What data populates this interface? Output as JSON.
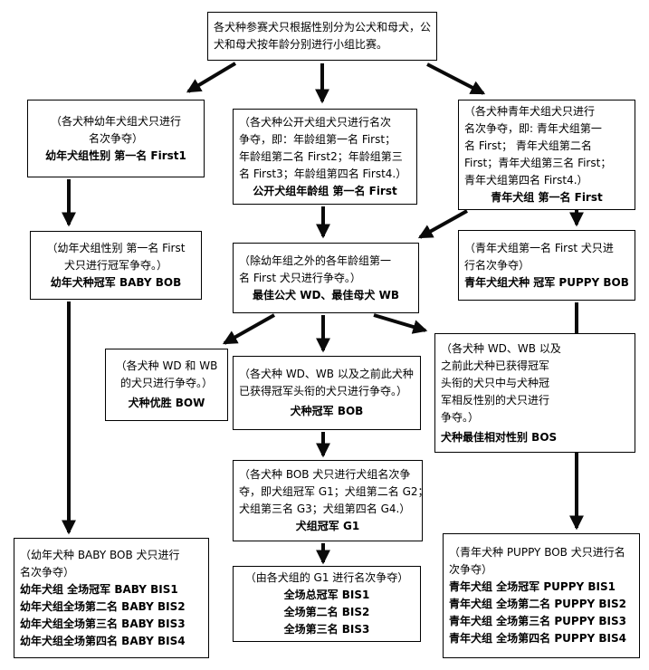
{
  "boxes": {
    "intro": {
      "body": [
        "各犬种参赛犬只根据性别分为公犬和母犬，公",
        "犬和母犬按年龄分别进行小组比赛。"
      ],
      "title": []
    },
    "baby_first": {
      "body": [
        "（各犬种幼年犬组犬只进行",
        "名次争夺）"
      ],
      "title": [
        "幼年犬组性别 第一名 First1"
      ]
    },
    "open_first": {
      "body": [
        "（各犬种公开犬组犬只进行名次",
        "争夺，即：年龄组第一名 First；",
        "年龄组第二名 First2；年龄组第三",
        "名 First3；年龄组第四名 First4.）"
      ],
      "title": [
        "公开犬组年龄组 第一名 First"
      ]
    },
    "puppy_first": {
      "body": [
        "（各犬种青年犬组犬只进行",
        "名次争夺，即: 青年犬组第一",
        "名 First； 青年犬组第二名",
        "First；青年犬组第三名 First；",
        "青年犬组第四名 First4.）"
      ],
      "title": [
        "青年犬组 第一名 First"
      ]
    },
    "baby_bob": {
      "body": [
        "（幼年犬组性别 第一名 First",
        "犬只进行冠军争夺。）"
      ],
      "title": [
        "幼年犬种冠军 BABY BOB"
      ]
    },
    "wd_wb": {
      "body": [
        "（除幼年组之外的各年龄组第一",
        "名 First 犬只进行争夺。）"
      ],
      "title": [
        "最佳公犬 WD、最佳母犬 WB"
      ]
    },
    "puppy_bob": {
      "body": [
        "（青年犬组第一名 First 犬只进",
        "行名次争夺）"
      ],
      "title": [
        "青年犬组犬种 冠军 PUPPY BOB"
      ]
    },
    "bow": {
      "body": [
        "（各犬种 WD 和 WB",
        "的犬只进行争夺。）"
      ],
      "title": [
        "犬种优胜 BOW"
      ]
    },
    "bob": {
      "body": [
        "（各犬种 WD、WB 以及之前此犬种",
        "已获得冠军头衔的犬只进行争夺。）"
      ],
      "title": [
        "犬种冠军 BOB"
      ]
    },
    "bos": {
      "body": [
        "（各犬种 WD、WB 以及",
        "之前此犬种已获得冠军",
        "头衔的犬只中与犬种冠",
        "军相反性别的犬只进行",
        "争夺。）"
      ],
      "title": [
        "犬种最佳相对性别 BOS"
      ]
    },
    "g1": {
      "body": [
        "（各犬种 BOB 犬只进行犬组名次争",
        "夺，即犬组冠军 G1；犬组第二名 G2；",
        "犬组第三名 G3；犬组第四名 G4.）"
      ],
      "title": [
        "犬组冠军 G1"
      ]
    },
    "bis": {
      "body": [
        "（由各犬组的 G1 进行名次争夺）"
      ],
      "title": [
        "全场总冠军 BIS1",
        "全场第二名 BIS2",
        "全场第三名 BIS3"
      ]
    },
    "baby_bis": {
      "body": [
        "（幼年犬种 BABY BOB 犬只进行",
        "名次争夺）"
      ],
      "title": [
        "幼年犬组 全场冠军  BABY BIS1",
        "幼年犬组全场第二名 BABY BIS2",
        "幼年犬组全场第三名 BABY BIS3",
        "幼年犬组全场第四名 BABY BIS4"
      ]
    },
    "puppy_bis": {
      "body": [
        "（青年犬种 PUPPY BOB 犬只进行名",
        "次争夺）"
      ],
      "title": [
        "青年犬组  全场冠军 PUPPY BIS1",
        "青年犬组 全场第二名 PUPPY BIS2",
        "青年犬组 全场第三名 PUPPY BIS3",
        "青年犬组 全场第四名 PUPPY BIS4"
      ]
    }
  },
  "colors": {
    "border": "#000000",
    "arrow": "#0a0a0a",
    "background": "#ffffff",
    "text": "#000000"
  }
}
